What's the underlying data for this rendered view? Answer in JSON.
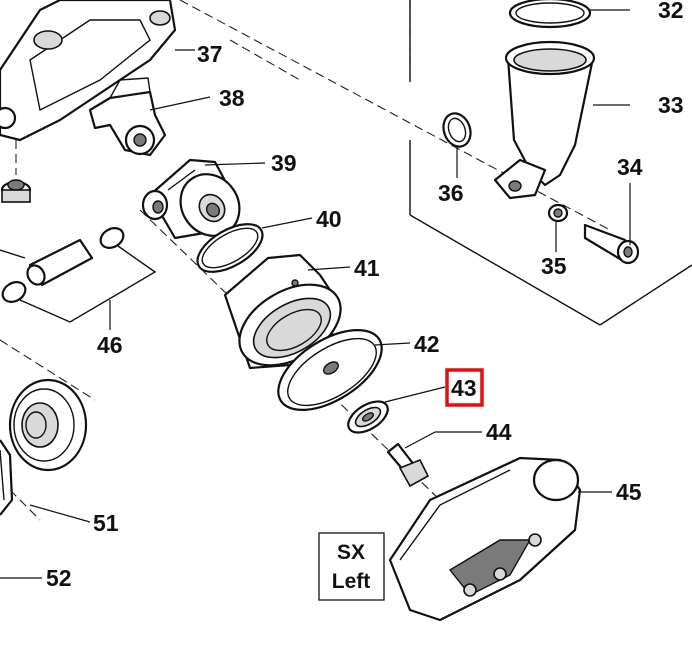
{
  "labels": {
    "p32": "32",
    "p33": "33",
    "p34": "34",
    "p35": "35",
    "p36": "36",
    "p37": "37",
    "p38": "38",
    "p39": "39",
    "p40": "40",
    "p41": "41",
    "p42": "42",
    "p43": "43",
    "p44": "44",
    "p45": "45",
    "p46": "46",
    "p51": "51",
    "p52": "52"
  },
  "side_label": {
    "line1": "SX",
    "line2": "Left"
  },
  "highlighted_part": "43",
  "colors": {
    "highlight": "#e01010",
    "ink": "#111111"
  }
}
